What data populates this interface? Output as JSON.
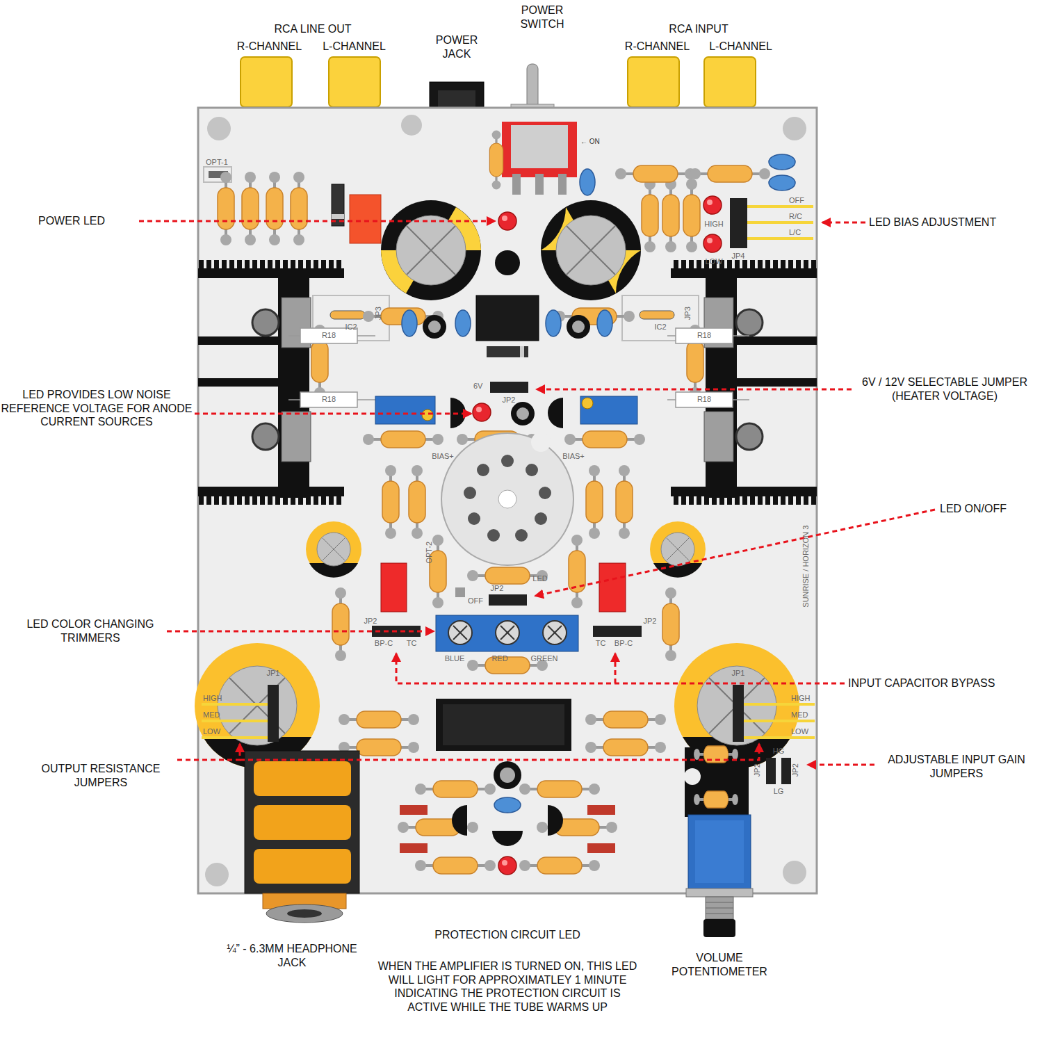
{
  "diagram": {
    "labels": [
      "RCA LINE OUT",
      "R-CHANNEL",
      "L-CHANNEL",
      "POWER JACK",
      "POWER SWITCH",
      "RCA INPUT",
      "R-CHANNEL",
      "L-CHANNEL",
      "POWER LED",
      "LED PROVIDES LOW NOISE REFERENCE VOLTAGE FOR ANODE CURRENT SOURCES",
      "LED COLOR CHANGING TRIMMERS",
      "OUTPUT RESISTANCE JUMPERS",
      "LED BIAS ADJUSTMENT",
      "6V / 12V SELECTABLE JUMPER (HEATER VOLTAGE)",
      "LED ON/OFF",
      "INPUT CAPACITOR BYPASS",
      "ADJUSTABLE INPUT GAIN JUMPERS",
      "¼” - 6.3MM HEADPHONE JACK",
      "PROTECTION CIRCUIT LED",
      "WHEN THE AMPLIFIER IS TURNED ON, THIS LED WILL LIGHT FOR APPROXIMATLEY 1 MINUTE INDICATING THE PROTECTION CIRCUIT IS ACTIVE WHILE THE TUBE WARMS UP",
      "VOLUME POTENTIOMETER",
      "OPT-1",
      "← ON",
      "HIGH",
      "LOW",
      "JP4",
      "OFF",
      "R/C",
      "L/C",
      "IC2",
      "JP3",
      "IC2",
      "JP3",
      "R18",
      "R18",
      "R18",
      "R18",
      "6V",
      "JP2",
      "BIAS+",
      "BIAS+",
      "OPT-2",
      "JP2",
      "LED",
      "OFF",
      "BP-C",
      "TC",
      "JP2",
      "TC",
      "BP-C",
      "JP2",
      "BLUE",
      "RED",
      "GREEN",
      "JP1",
      "HIGH",
      "MED",
      "LOW",
      "JP1",
      "HIGH",
      "MED",
      "LOW",
      "HG",
      "LG",
      "JP2",
      "JP2",
      "SUNRISE / HORIZON 3"
    ]
  }
}
